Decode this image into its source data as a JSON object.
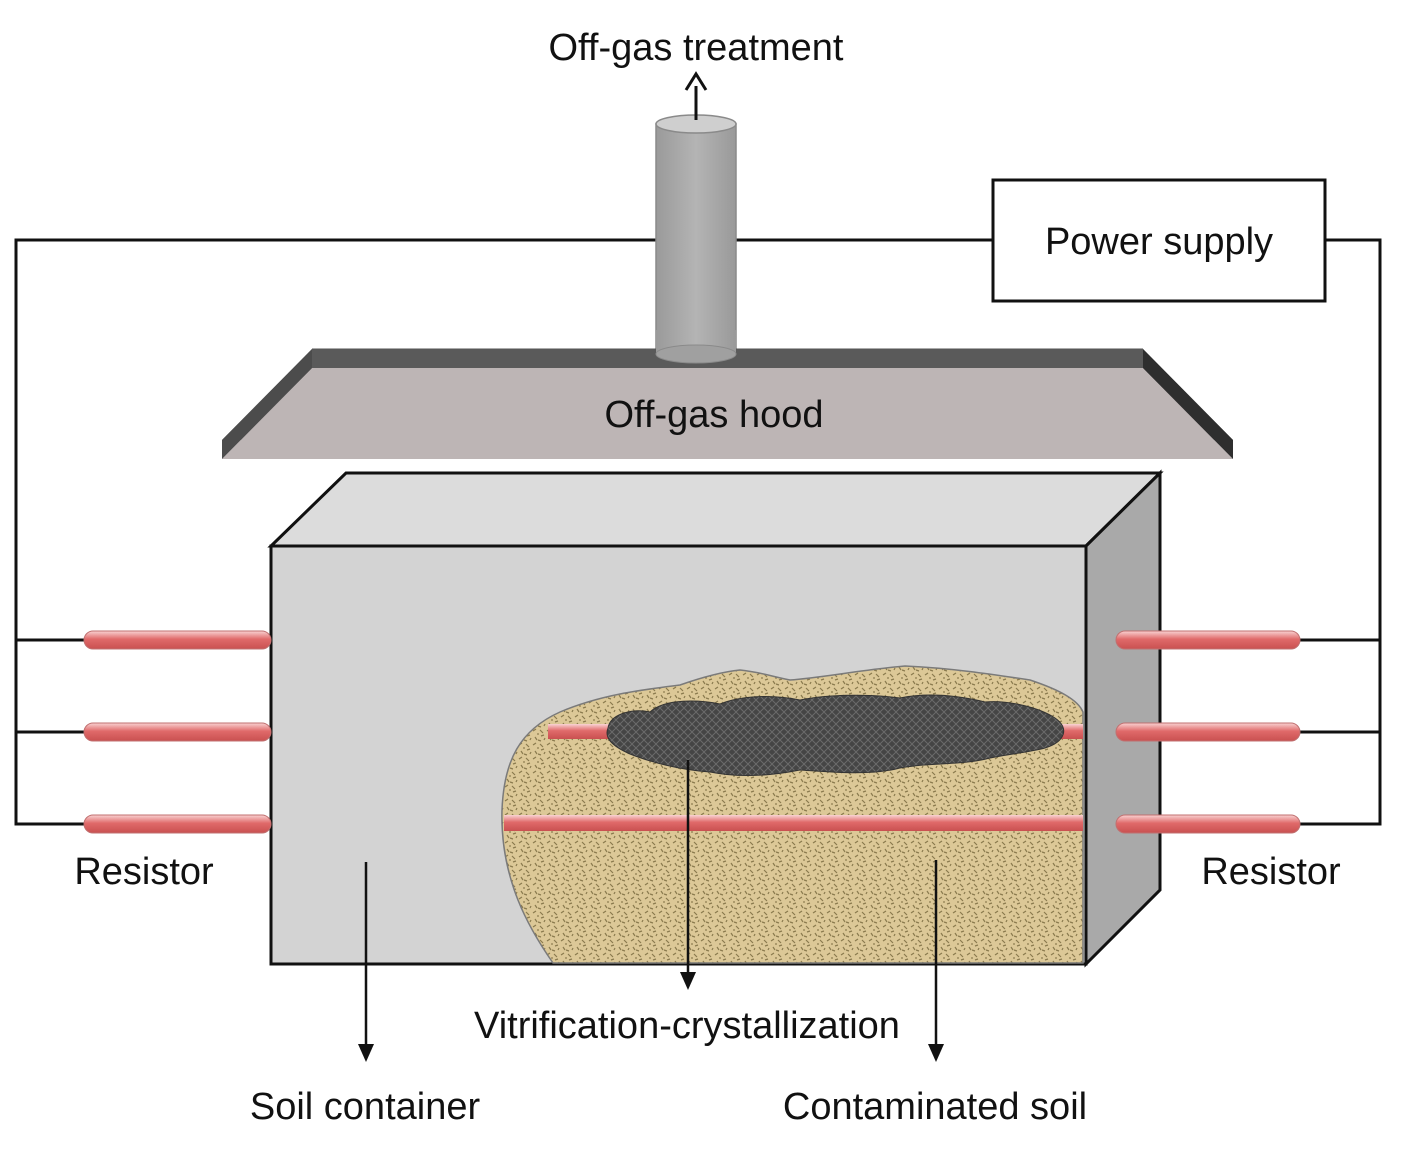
{
  "labels": {
    "off_gas_treatment": "Off-gas treatment",
    "power_supply": "Power supply",
    "off_gas_hood": "Off-gas hood",
    "resistor_left": "Resistor",
    "resistor_right": "Resistor",
    "vitrification": "Vitrification-crystallization",
    "soil_container": "Soil container",
    "contaminated_soil": "Contaminated soil"
  },
  "colors": {
    "wire": "#111111",
    "container_front": "#d3d3d3",
    "container_top": "#dcdcdc",
    "container_side": "#a9a9a9",
    "hood_top": "#565656",
    "hood_front": "#bcb5b5",
    "hood_side_right": "#2f2f2f",
    "chimney": "#a7a7a7",
    "soil": "#d9c593",
    "soil_dots": "#8a7a4e",
    "vitrified": "#4a4a4a",
    "rod": "#e06a6a",
    "rod_highlight": "#f7c4c4"
  },
  "icons": {
    "arrow_up": "arrow-up-icon",
    "arrow_down": "arrow-down-icon"
  }
}
